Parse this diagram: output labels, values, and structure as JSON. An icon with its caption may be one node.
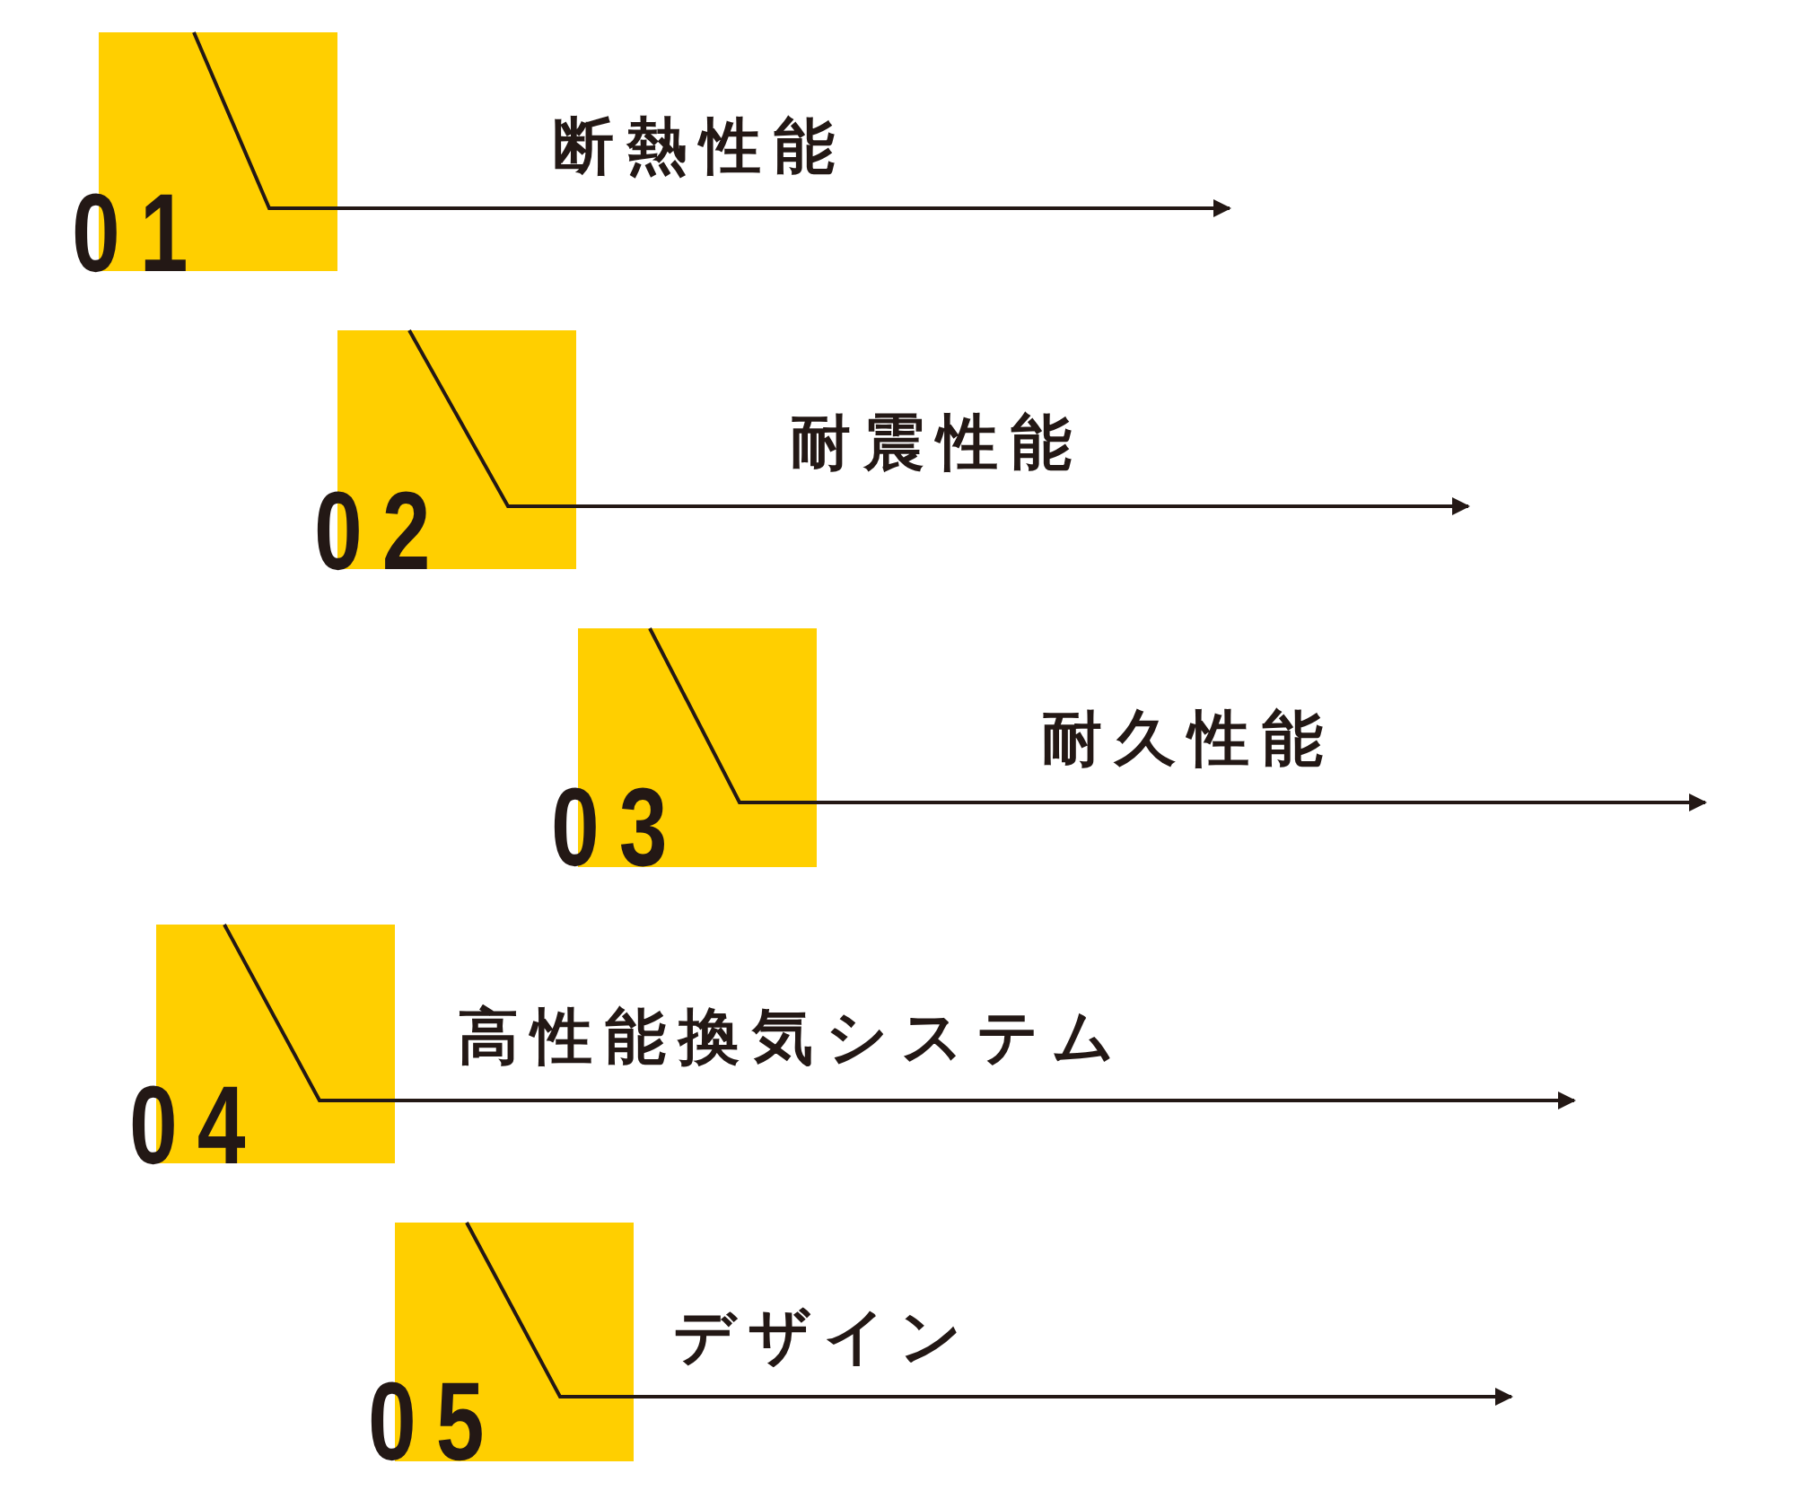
{
  "diagram": {
    "nodes": [
      {
        "text": [
          "01"
        ],
        "beside": [
          "断熱性能"
        ]
      },
      {
        "text": [
          "02"
        ],
        "beside": [
          "耐震性能"
        ]
      },
      {
        "text": [
          "03"
        ],
        "beside": [
          "耐久性能"
        ]
      },
      {
        "text": [
          "04"
        ],
        "beside": [
          "高性能換気システム"
        ]
      },
      {
        "text": [
          "05"
        ],
        "beside": [
          "デザイン"
        ]
      }
    ],
    "edges": [
      {
        "from": 0,
        "to": null,
        "arrow": "to"
      },
      {
        "from": 1,
        "to": null,
        "arrow": "to"
      },
      {
        "from": 2,
        "to": null,
        "arrow": "to"
      },
      {
        "from": 3,
        "to": null,
        "arrow": "to"
      },
      {
        "from": 4,
        "to": null,
        "arrow": "to"
      }
    ]
  }
}
